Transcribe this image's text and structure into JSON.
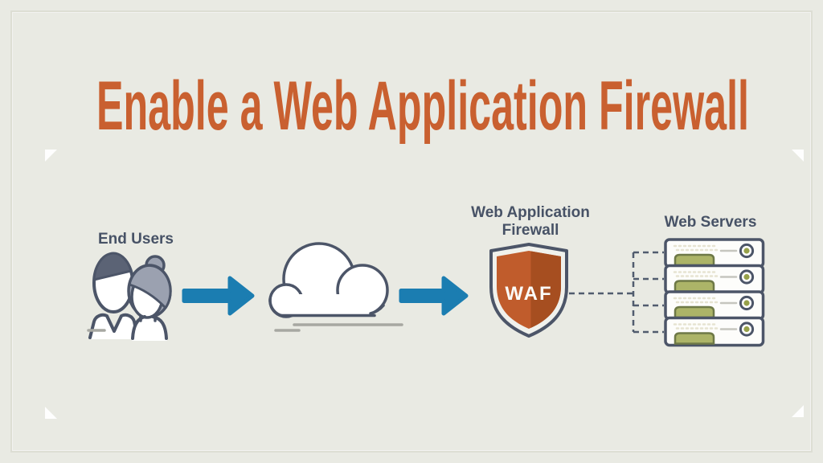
{
  "page": {
    "background": "#E9EAE3",
    "frame_color": "#DDDED4"
  },
  "title": {
    "text": "Enable a Web Application Firewall",
    "color": "#C96030"
  },
  "palette": {
    "outline_slate": "#4C5568",
    "label_text": "#475266",
    "arrow_blue": "#1B7DB1",
    "shield_orange_light": "#C05C2C",
    "shield_orange_dark": "#A64E20",
    "badge_text_white": "#FBFBF8",
    "server_green": "#ACB468",
    "server_green_edge": "#6E7947",
    "led_green": "#97A14A",
    "hair_dark": "#5B6375",
    "hair_light": "#9BA1B0",
    "connector_dash": "#515C6E"
  },
  "diagram": {
    "end_users": {
      "label": "End Users",
      "icon": "end-users-icon"
    },
    "cloud": {
      "icon": "cloud-icon"
    },
    "waf": {
      "label_line1": "Web Application",
      "label_line2": "Firewall",
      "badge": "WAF",
      "icon": "waf-shield-icon"
    },
    "web_servers": {
      "label": "Web Servers",
      "count": 4,
      "icon": "server-stack-icon"
    }
  }
}
